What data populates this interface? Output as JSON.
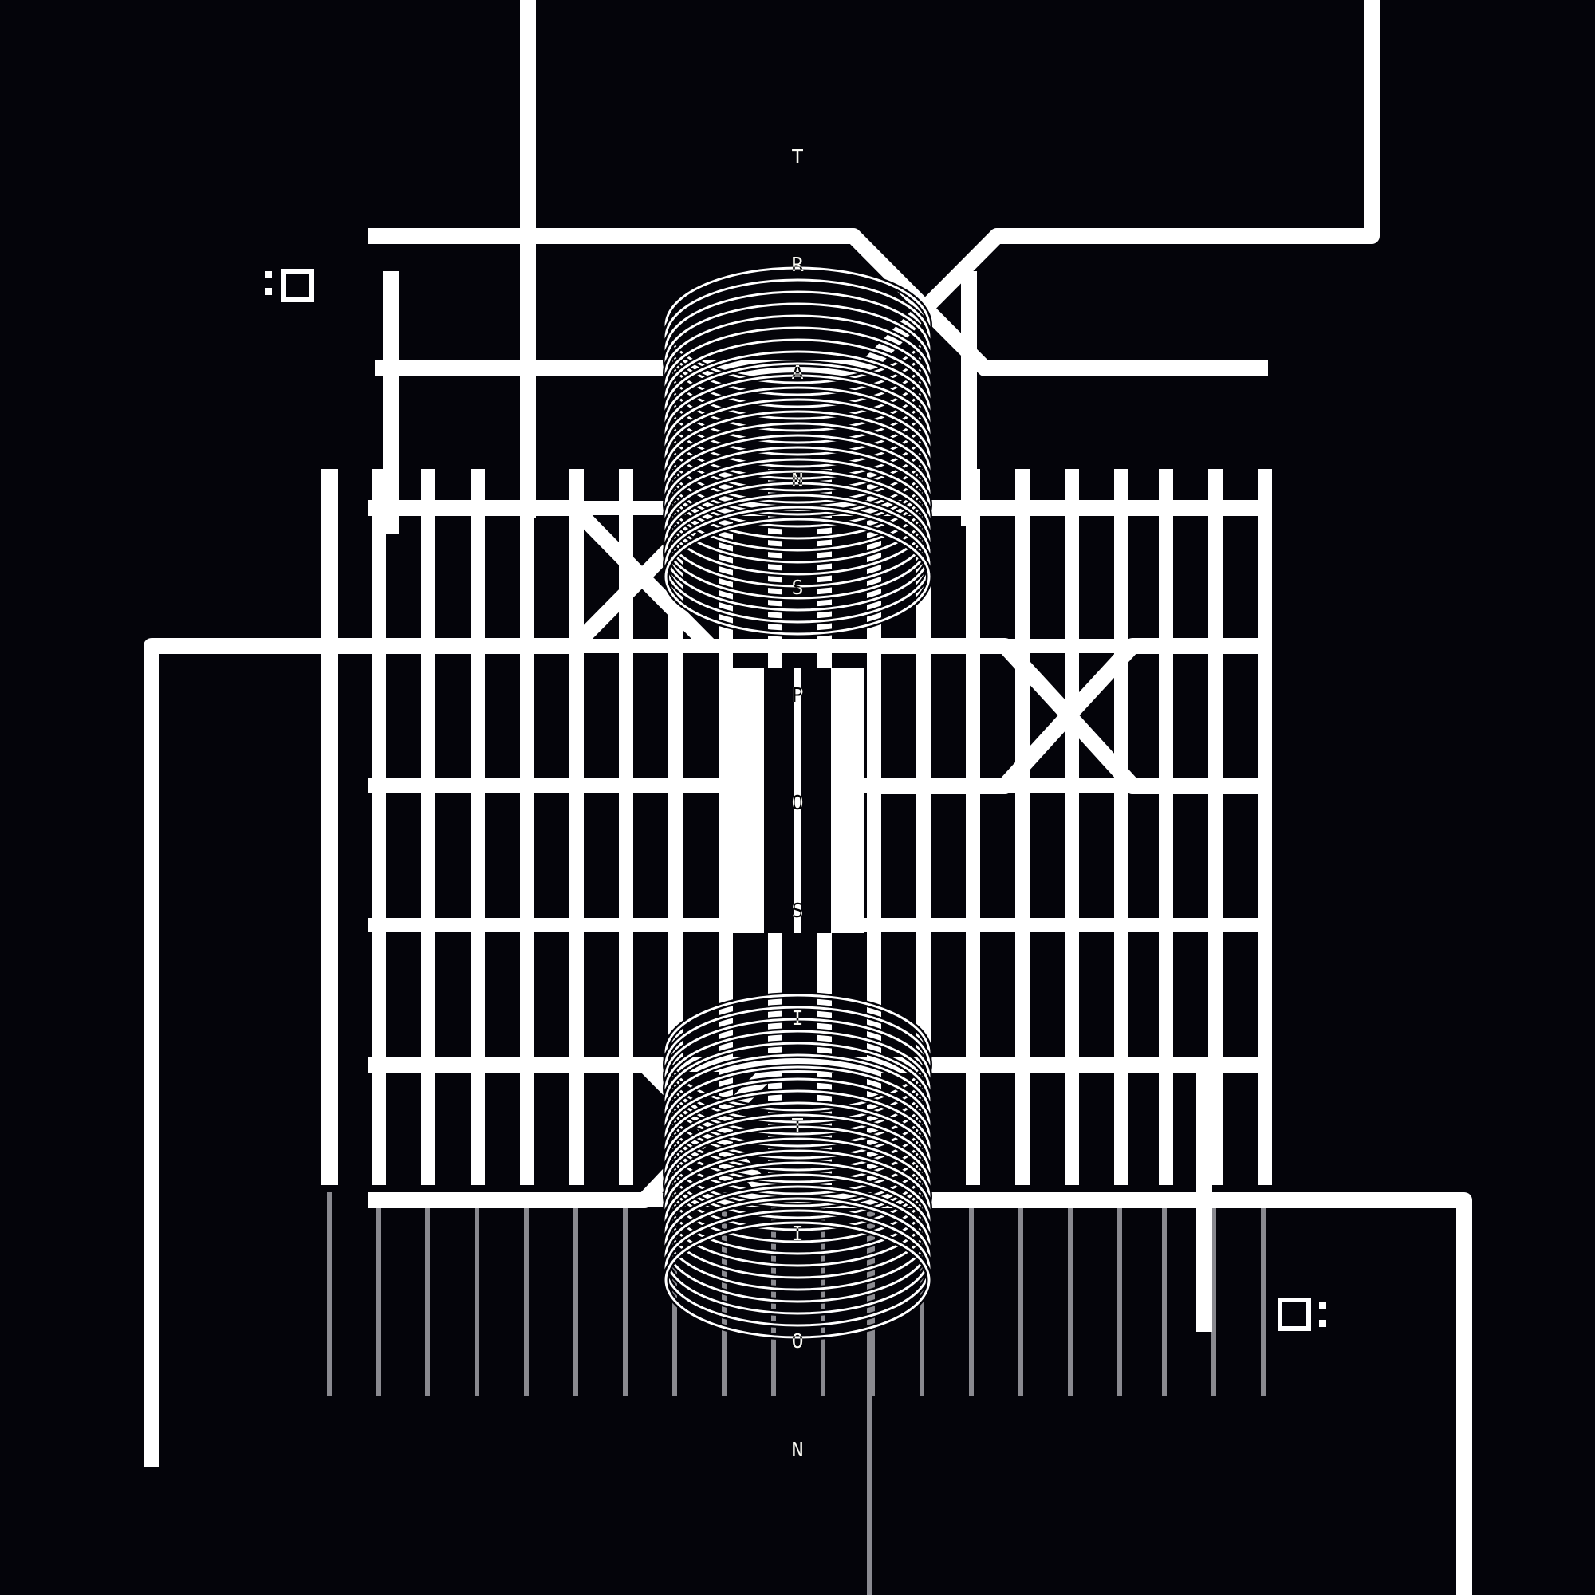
{
  "artwork": {
    "title_letters": [
      "T",
      "R",
      "A",
      "N",
      "S",
      "P",
      "O",
      "S",
      "I",
      "T",
      "I",
      "O",
      "N"
    ],
    "corner_marks": [
      "dots-square-icon",
      "square-dots-icon"
    ],
    "colors": {
      "background": "#04040a",
      "line": "#ffffff",
      "lower_line": "#8a8a90"
    }
  }
}
